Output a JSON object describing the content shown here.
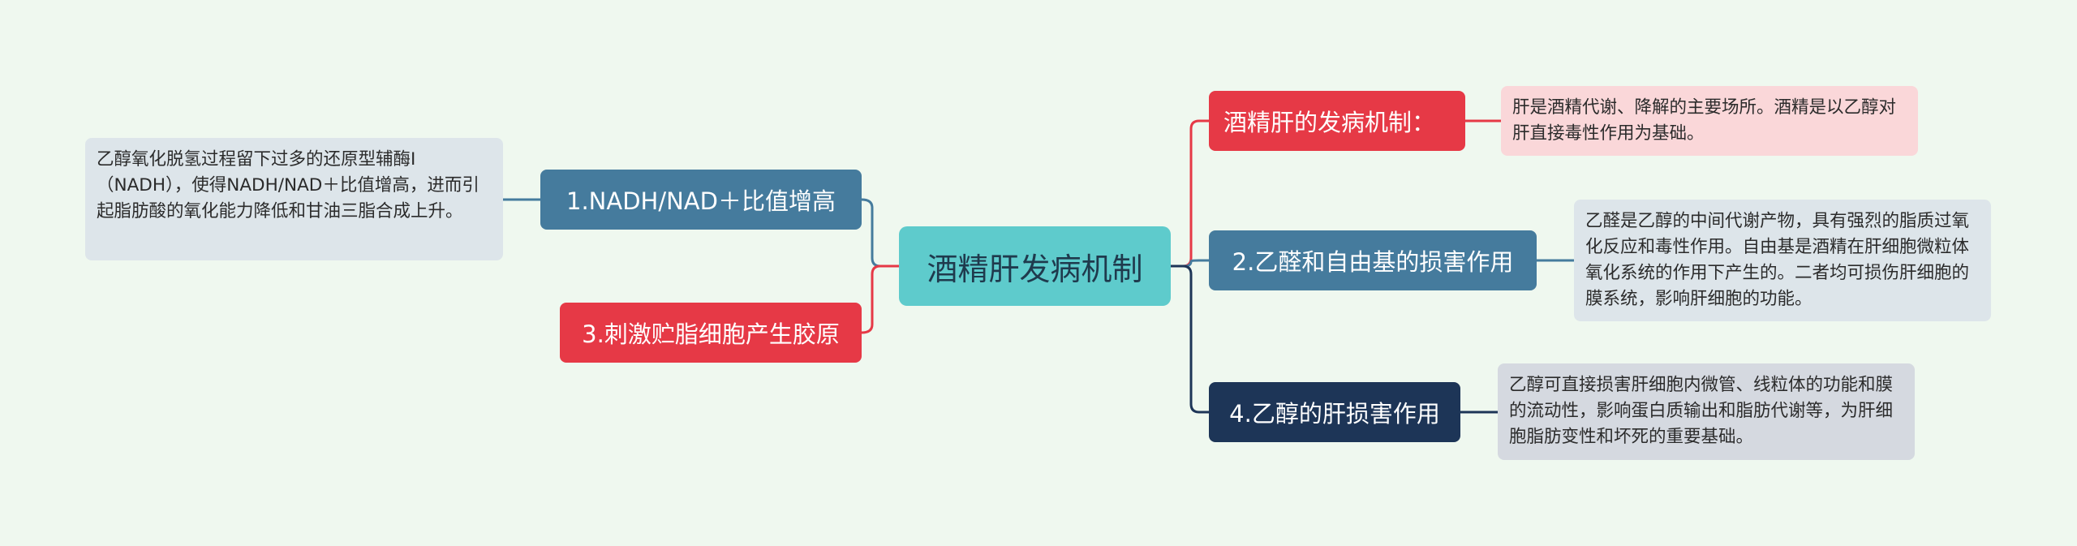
{
  "center": {
    "label": "酒精肝发病机制"
  },
  "left_branches": [
    {
      "label": "1.NADH/NAD＋比值增高",
      "color": "#457b9d",
      "note": "乙醇氧化脱氢过程留下过多的还原型辅酶Ⅰ（NADH），使得NADH/NAD＋比值增高，进而引起脂肪酸的氧化能力降低和甘油三脂合成上升。"
    },
    {
      "label": "3.刺激贮脂细胞产生胶原",
      "color": "#e63946"
    }
  ],
  "right_branches": [
    {
      "label": "酒精肝的发病机制：",
      "color": "#e63946",
      "note": "肝是酒精代谢、降解的主要场所。酒精是以乙醇对肝直接毒性作用为基础。"
    },
    {
      "label": "2.乙醛和自由基的损害作用",
      "color": "#457b9d",
      "note": "乙醛是乙醇的中间代谢产物，具有强烈的脂质过氧化反应和毒性作用。自由基是酒精在肝细胞微粒体氧化系统的作用下产生的。二者均可损伤肝细胞的膜系统，影响肝细胞的功能。"
    },
    {
      "label": "4.乙醇的肝损害作用",
      "color": "#1d3557",
      "note": "乙醇可直接损害肝细胞内微管、线粒体的功能和膜的流动性，影响蛋白质输出和脂肪代谢等，为肝细胞脂肪变性和坏死的重要基础。"
    }
  ],
  "colors": {
    "background": "#eff8ef",
    "center": "#5ecbcc",
    "red": "#e63946",
    "steel_blue": "#457b9d",
    "navy": "#1d3557"
  }
}
